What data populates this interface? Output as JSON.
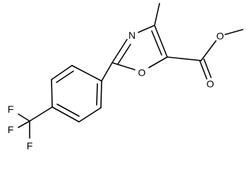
{
  "molecule": {
    "atoms": {
      "nitrogen": "N",
      "ring_oxygen": "O",
      "carbonyl_oxygen": "O",
      "ester_oxygen": "O",
      "fluorine_1": "F",
      "fluorine_2": "F",
      "fluorine_3": "F"
    }
  }
}
